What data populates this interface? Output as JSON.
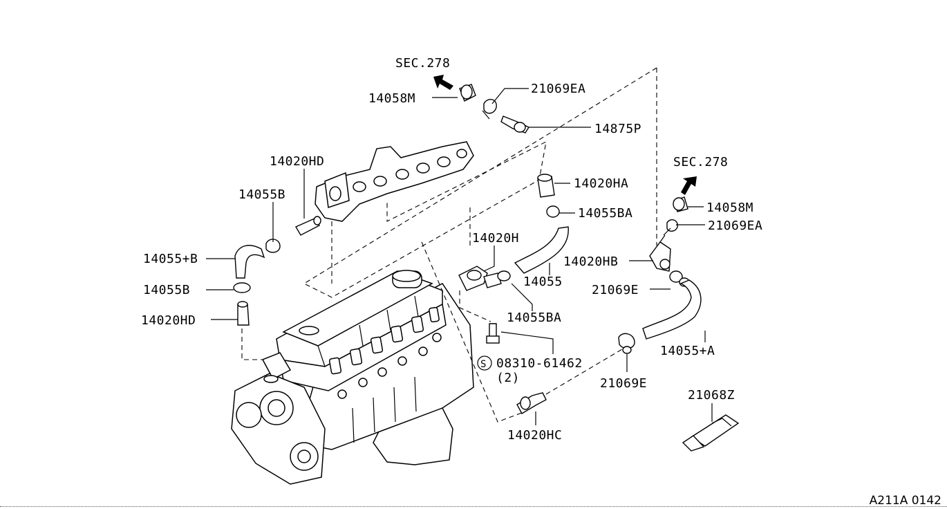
{
  "labels": {
    "sec_top": "SEC.278",
    "sec_right": "SEC.278",
    "p14058m_top": "14058M",
    "p21069ea_top": "21069EA",
    "p14875p": "14875P",
    "p14020hd_top": "14020HD",
    "p14055b_top": "14055B",
    "p14055pb": "14055+B",
    "p14055b_mid": "14055B",
    "p14020hd_bottom": "14020HD",
    "p14020ha": "14020HA",
    "p14055ba_top": "14055BA",
    "p14058m_right": "14058M",
    "p21069ea_right": "21069EA",
    "p14020h": "14020H",
    "p14020hb": "14020HB",
    "p14055": "14055",
    "p21069e_right": "21069E",
    "p14055ba_bottom": "14055BA",
    "p14055pa": "14055+A",
    "bolt_code": "08310-61462",
    "bolt_s": "S",
    "bolt_qty": "(2)",
    "p21069e_bottom": "21069E",
    "p21068z": "21068Z",
    "p14020hc": "14020HC"
  },
  "footer": {
    "code": "A211A 0142"
  }
}
